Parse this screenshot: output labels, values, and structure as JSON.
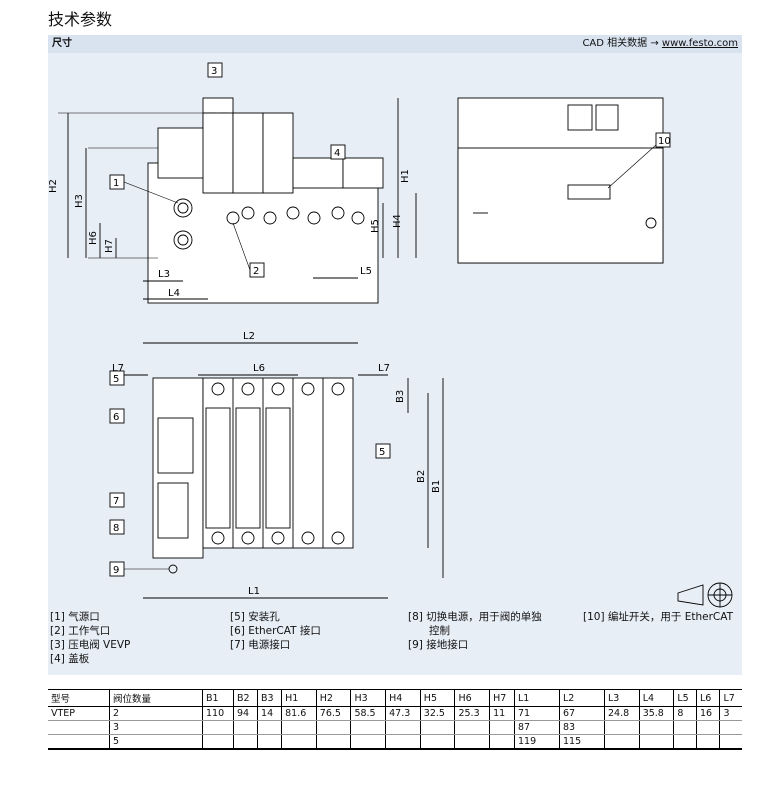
{
  "heading": "技术参数",
  "section": {
    "label": "尺寸",
    "cad_prefix": "CAD 相关数据 →",
    "cad_link": "www.festo.com"
  },
  "drawing": {
    "callouts": [
      "1",
      "2",
      "3",
      "4",
      "5",
      "6",
      "7",
      "8",
      "9",
      "10"
    ],
    "dimensions": [
      "H1",
      "H2",
      "H3",
      "H4",
      "H5",
      "H6",
      "H7",
      "L1",
      "L2",
      "L3",
      "L4",
      "L5",
      "L6",
      "L7",
      "B1",
      "B2",
      "B3"
    ]
  },
  "legend": [
    "[1]  气源口",
    "[2]  工作气口",
    "[3]  压电阀 VEVP",
    "[4]  盖板",
    "[5]  安装孔",
    "[6]  EtherCAT 接口",
    "[7]  电源接口",
    "[8]  切换电源，用于阀的单独",
    "控制",
    "[9]  接地接口",
    "[10] 编址开关，用于 EtherCAT"
  ],
  "table": {
    "headers": [
      "型号",
      "阀位数量",
      "B1",
      "B2",
      "B3",
      "H1",
      "H2",
      "H3",
      "H4",
      "H5",
      "H6",
      "H7",
      "L1",
      "L2",
      "L3",
      "L4",
      "L5",
      "L6",
      "L7"
    ],
    "rows": [
      [
        "VTEP",
        "2",
        "110",
        "94",
        "14",
        "81.6",
        "76.5",
        "58.5",
        "47.3",
        "32.5",
        "25.3",
        "11",
        "71",
        "67",
        "24.8",
        "35.8",
        "8",
        "16",
        "3"
      ],
      [
        "",
        "3",
        "",
        "",
        "",
        "",
        "",
        "",
        "",
        "",
        "",
        "",
        "87",
        "83",
        "",
        "",
        "",
        "",
        ""
      ],
      [
        "",
        "5",
        "",
        "",
        "",
        "",
        "",
        "",
        "",
        "",
        "",
        "",
        "119",
        "115",
        "",
        "",
        "",
        "",
        ""
      ]
    ]
  }
}
